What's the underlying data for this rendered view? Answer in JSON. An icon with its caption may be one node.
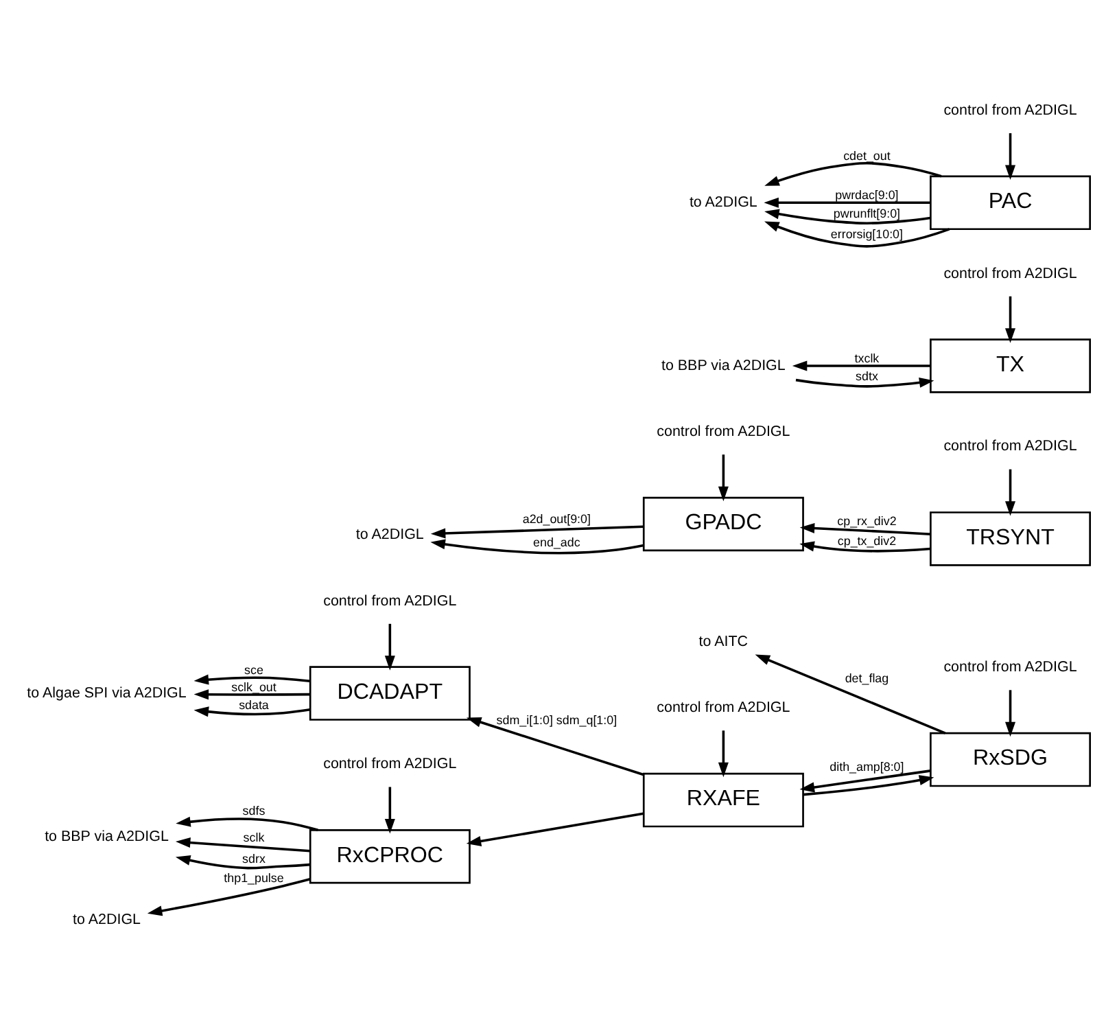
{
  "diagram": {
    "nodes": [
      {
        "text": [
          "control from A2DIGL"
        ]
      },
      {
        "text": [
          "to AITC"
        ]
      },
      {
        "text": [
          "RxSDG"
        ]
      },
      {
        "text": [
          "control from A2DIGL"
        ]
      },
      {
        "text": [
          "control from A2DIGL"
        ]
      },
      {
        "text": [
          "to Algae SPI via A2DIGL"
        ]
      },
      {
        "text": [
          "DCADAPT"
        ]
      },
      {
        "text": [
          "RXAFE"
        ]
      },
      {
        "text": [
          "control from A2DIGL"
        ]
      },
      {
        "text": [
          "to BBP via A2DIGL"
        ]
      },
      {
        "text": [
          "to A2DIGL"
        ]
      },
      {
        "text": [
          "RxCPROC"
        ]
      },
      {
        "text": [
          "control from A2DIGL"
        ]
      },
      {
        "text": [
          "control from A2DIGL"
        ]
      },
      {
        "text": [
          "to A2DIGL"
        ]
      },
      {
        "text": [
          "GPADC"
        ]
      },
      {
        "text": [
          "TRSYNT"
        ]
      },
      {
        "text": [
          "to BBP via A2DIGL"
        ]
      },
      {
        "text": [
          "TX"
        ]
      },
      {
        "text": [
          "control from A2DIGL"
        ]
      },
      {
        "text": [
          "control from A2DIGL"
        ]
      },
      {
        "text": [
          "to A2DIGL"
        ]
      },
      {
        "text": [
          "PAC"
        ]
      }
    ],
    "edges": [
      {
        "from": 0,
        "to": 2,
        "arrow": "to"
      },
      {
        "from": 2,
        "to": 1,
        "arrow": "to",
        "label": "det_flag"
      },
      {
        "from": 2,
        "to": 7,
        "arrow": "to",
        "label": "dith_amp[8:0]"
      },
      {
        "from": 7,
        "to": 2,
        "arrow": "to"
      },
      {
        "from": 7,
        "to": 6,
        "arrow": "to",
        "label": "sdm_i[1:0] sdm_q[1:0]"
      },
      {
        "from": 7,
        "to": 11,
        "arrow": "to"
      },
      {
        "from": 3,
        "to": 6,
        "arrow": "to"
      },
      {
        "from": 4,
        "to": 7,
        "arrow": "to"
      },
      {
        "from": 6,
        "to": 5,
        "arrow": "to",
        "label": "sce"
      },
      {
        "from": 6,
        "to": 5,
        "arrow": "to",
        "label": "sclk_out"
      },
      {
        "from": 6,
        "to": 5,
        "arrow": "to",
        "label": "sdata"
      },
      {
        "from": 8,
        "to": 11,
        "arrow": "to"
      },
      {
        "from": 11,
        "to": 9,
        "arrow": "to",
        "label": "sdfs"
      },
      {
        "from": 11,
        "to": 9,
        "arrow": "to",
        "label": "sclk"
      },
      {
        "from": 11,
        "to": 9,
        "arrow": "to",
        "label": "sdrx"
      },
      {
        "from": 11,
        "to": 10,
        "arrow": "to",
        "label": "thp1_pulse"
      },
      {
        "from": 12,
        "to": 15,
        "arrow": "to"
      },
      {
        "from": 13,
        "to": 16,
        "arrow": "to"
      },
      {
        "from": 15,
        "to": 14,
        "arrow": "to",
        "label": "a2d_out[9:0]"
      },
      {
        "from": 15,
        "to": 14,
        "arrow": "to",
        "label": "end_adc"
      },
      {
        "from": 16,
        "to": 15,
        "arrow": "to",
        "label": "cp_rx_div2"
      },
      {
        "from": 16,
        "to": 15,
        "arrow": "to",
        "label": "cp_tx_div2"
      },
      {
        "from": 18,
        "to": 17,
        "arrow": "to",
        "label": "txclk"
      },
      {
        "from": 17,
        "to": 18,
        "arrow": "to",
        "label": "sdtx"
      },
      {
        "from": 19,
        "to": 18,
        "arrow": "to"
      },
      {
        "from": 20,
        "to": 22,
        "arrow": "to"
      },
      {
        "from": 22,
        "to": 21,
        "arrow": "to",
        "label": "cdet_out"
      },
      {
        "from": 22,
        "to": 21,
        "arrow": "to",
        "label": "pwrdac[9:0]"
      },
      {
        "from": 22,
        "to": 21,
        "arrow": "to",
        "label": "pwrunflt[9:0]"
      },
      {
        "from": 22,
        "to": 21,
        "arrow": "to",
        "label": "errorsig[10:0]"
      }
    ]
  }
}
